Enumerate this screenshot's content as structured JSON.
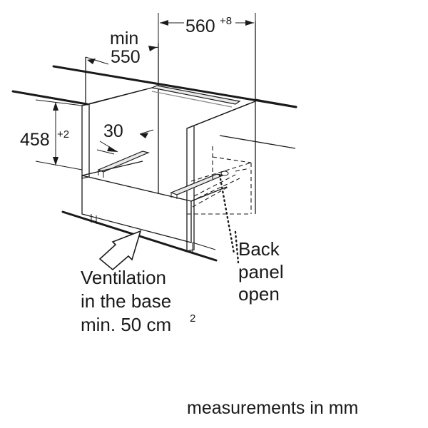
{
  "dimensions": {
    "min_label": "min",
    "depth_value": "550",
    "width_value": "560",
    "width_tolerance": "+8",
    "height_value": "458",
    "height_tolerance": "+2",
    "offset_value": "30"
  },
  "labels": {
    "back_panel_line1": "Back",
    "back_panel_line2": "panel",
    "back_panel_line3": "open",
    "ventilation_line1": "Ventilation",
    "ventilation_line2": "in the base",
    "ventilation_line3_prefix": "min. 50 cm",
    "ventilation_line3_sup": "2"
  },
  "footer": {
    "units_note": "measurements in mm"
  },
  "icons": {
    "arrow": "airflow-arrow-icon"
  }
}
